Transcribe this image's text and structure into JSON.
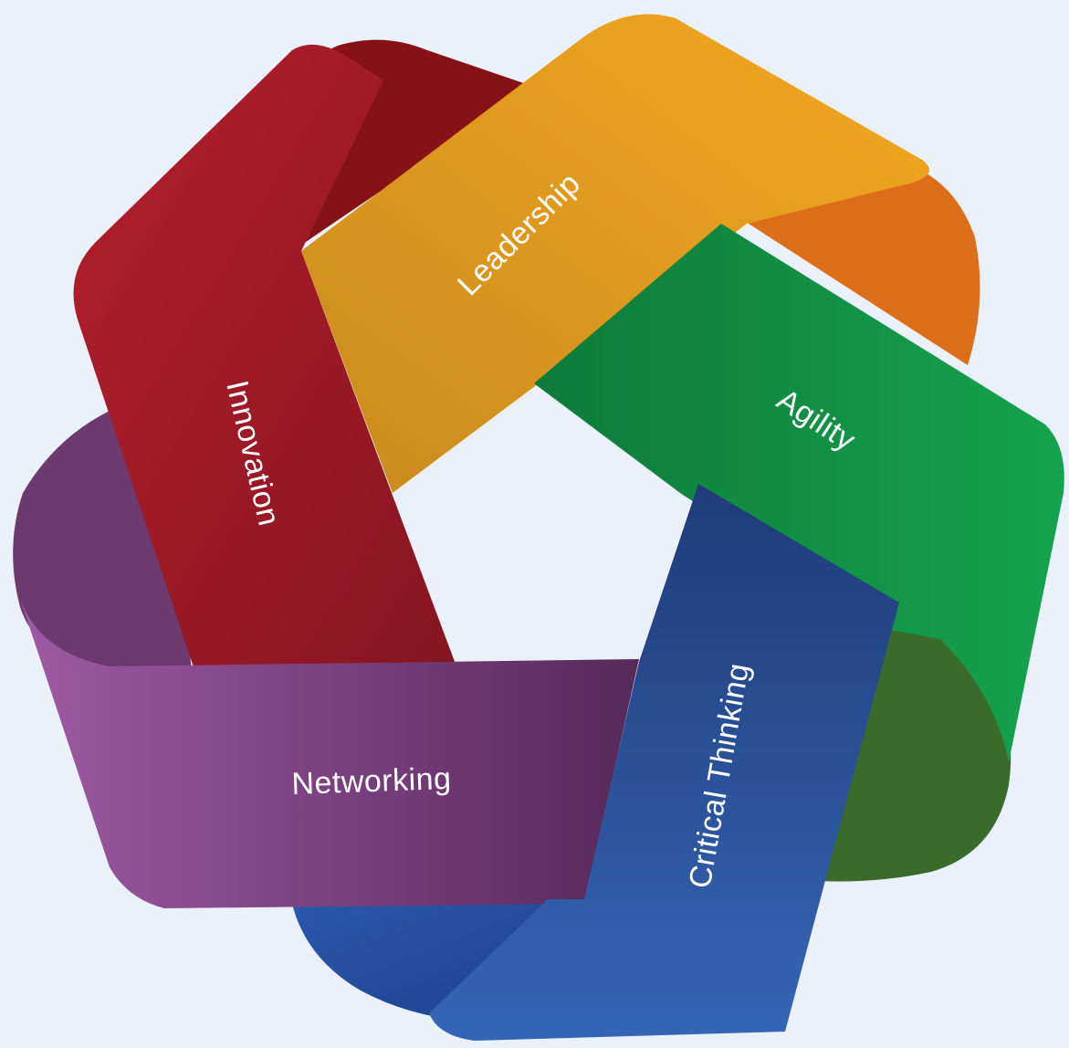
{
  "diagram": {
    "background": "#ebf1fb",
    "bands": [
      {
        "id": "leadership",
        "label": "Leadership",
        "color_light": "#f2a51c",
        "color_dark": "#d08a1a",
        "fold": "#dc6e1a"
      },
      {
        "id": "agility",
        "label": "Agility",
        "color_light": "#14a04c",
        "color_dark": "#0e7f3c",
        "fold": "#3b6b2a"
      },
      {
        "id": "critical-thinking",
        "label": "Critical Thinking",
        "color_light": "#2f5fb0",
        "color_dark": "#1f3f7f",
        "fold": "#23479b"
      },
      {
        "id": "networking",
        "label": "Networking",
        "color_light": "#9a579f",
        "color_dark": "#5a2c5e",
        "fold": "#6d3a70"
      },
      {
        "id": "innovation",
        "label": "Innovation",
        "color_light": "#b01f2c",
        "color_dark": "#861520",
        "fold": "#861217"
      }
    ]
  }
}
